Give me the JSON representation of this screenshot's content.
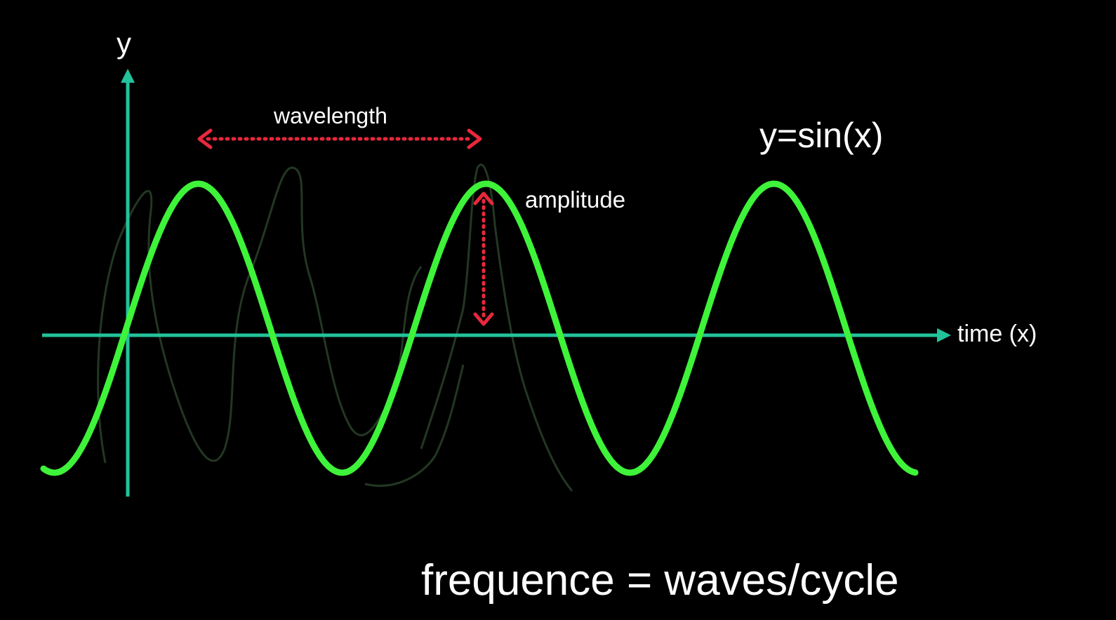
{
  "labels": {
    "y_axis": "y",
    "x_axis": "time (x)",
    "wavelength": "wavelength",
    "amplitude": "amplitude",
    "equation": "y=sin(x)",
    "caption": "frequence = waves/cycle"
  },
  "colors": {
    "background": "#000000",
    "axes": "#22c29a",
    "wave": "#3ef33a",
    "ghost_wave": "#3a5a3a",
    "dimension_arrows": "#e8283c",
    "text": "#ffffff"
  },
  "wave": {
    "function": "sin",
    "cycles_shown": 3
  }
}
